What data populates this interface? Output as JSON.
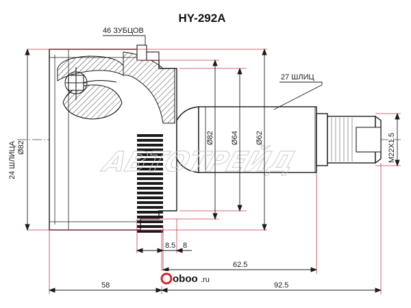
{
  "title": "HY-292A",
  "callouts": {
    "teeth": "46 ЗУБЦОВ",
    "outer_splines": "27 ШЛИЦ",
    "thread": "M22X1.5",
    "inner": "24 ШЛИЦА",
    "inner_dia": "Ø82"
  },
  "diameters": {
    "d82": "Ø82",
    "d64": "Ø64",
    "d62": "Ø62"
  },
  "dimensions": {
    "abs_width": "8.5",
    "abs_gap": "8",
    "seat_len": "62.5",
    "body_len": "58",
    "shaft_len": "92.5"
  },
  "watermark": "АВТОТРЕЙД",
  "logo": {
    "brand": "oboo",
    "domain": ".ru"
  },
  "colors": {
    "line": "#1a1a1a",
    "thin": "#444444",
    "dim": "#c4384a",
    "watermark": "#c9c9c9",
    "logo_red": "#d9242b"
  }
}
